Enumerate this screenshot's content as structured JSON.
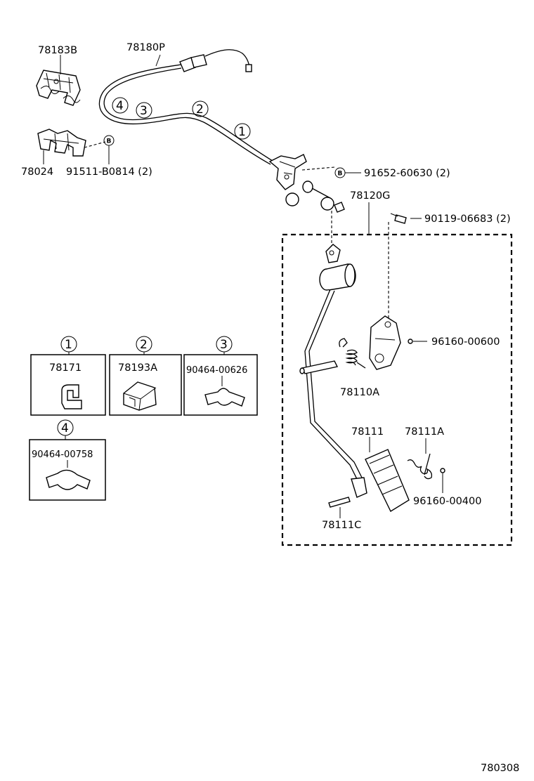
{
  "diagram_id": "780308",
  "labels": {
    "p78183B": "78183B",
    "p78180P": "78180P",
    "p78024": "78024",
    "p91511": "91511-B0814 (2)",
    "p91652": "91652-60630 (2)",
    "p78120G": "78120G",
    "p90119": "90119-06683 (2)",
    "p96160_600": "96160-00600",
    "p78110A": "78110A",
    "p78111": "78111",
    "p78111A": "78111A",
    "p96160_400": "96160-00400",
    "p78111C": "78111C"
  },
  "bolt_marker": "B",
  "cable_markers": [
    "1",
    "2",
    "3",
    "4"
  ],
  "clamp_boxes": [
    {
      "num": "1",
      "part": "78171"
    },
    {
      "num": "2",
      "part": "78193A"
    },
    {
      "num": "3",
      "part": "90464-00626"
    },
    {
      "num": "4",
      "part": "90464-00758"
    }
  ]
}
